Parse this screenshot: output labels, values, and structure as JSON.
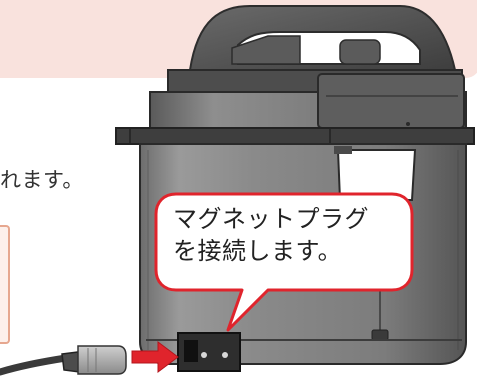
{
  "instruction": {
    "text": "れます。"
  },
  "callout": {
    "line1": "マグネットプラグ",
    "line2": "を接続します。"
  },
  "colors": {
    "pink_panel": "#f9e2dd",
    "callout_border": "#e0242c",
    "arrow": "#e0242c",
    "cooker_body": "#7a7a7a",
    "cooker_dark": "#4a4a4a"
  },
  "icons": {
    "device": "electric-pressure-cooker-illustration",
    "plug": "magnet-plug-icon",
    "arrow": "insert-arrow-icon"
  }
}
